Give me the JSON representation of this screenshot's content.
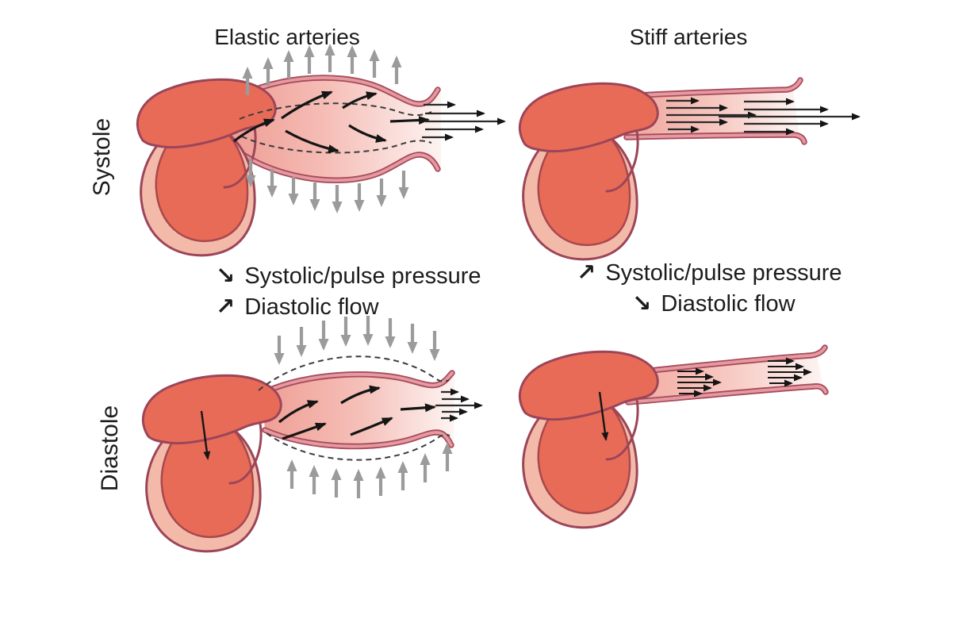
{
  "figure": {
    "column_titles": {
      "elastic": "Elastic arteries",
      "stiff": "Stiff arteries"
    },
    "row_labels": {
      "systole": "Systole",
      "diastole": "Diastole"
    },
    "annotations": {
      "elastic": {
        "systolic_arrow": "↘",
        "systolic_text": "Systolic/pulse pressure",
        "diastolic_arrow": "↗",
        "diastolic_text": "Diastolic flow"
      },
      "stiff": {
        "systolic_arrow": "↗",
        "systolic_text": "Systolic/pulse pressure",
        "diastolic_arrow": "↘",
        "diastolic_text": "Diastolic flow"
      }
    },
    "colors": {
      "background": "#ffffff",
      "heart_fill": "#e86b58",
      "heart_rim": "#f3baa9",
      "heart_outline": "#9c4558",
      "artery_wall_dark": "#a84c5c",
      "artery_wall_light": "#e59aa1",
      "lumen_proximal": "#ee9d94",
      "lumen_distal": "#fdf3f1",
      "flow_arrow": "#151515",
      "pressure_arrow": "#9b9b9b",
      "text": "#1c1c1c"
    }
  }
}
